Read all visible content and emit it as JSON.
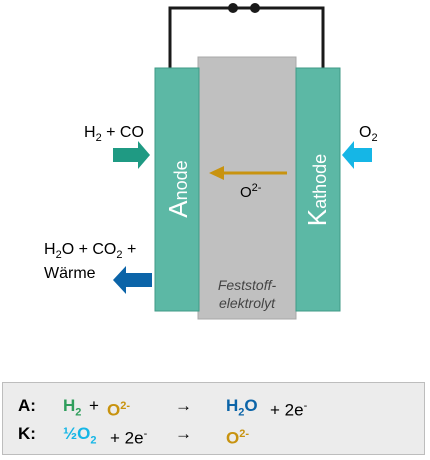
{
  "diagram": {
    "anode_label_initial": "A",
    "anode_label_rest": "node",
    "cathode_label_initial": "K",
    "cathode_label_rest": "athode",
    "electrolyte_line1": "Feststoff-",
    "electrolyte_line2": "elektrolyt",
    "ion_label": "O",
    "ion_charge": "2-",
    "input_anode": {
      "a": "H",
      "sub": "2",
      "b": " + CO"
    },
    "input_cathode": {
      "a": "O",
      "sub": "2"
    },
    "output_line1": {
      "a": "H",
      "sub1": "2",
      "b": "O + CO",
      "sub2": "2",
      "c": " +"
    },
    "output_line2": "Wärme"
  },
  "equations": {
    "anode": {
      "prefix": "A:",
      "reactant1": "H",
      "reactant1_sub": "2",
      "plus": "+",
      "reactant2": "O",
      "reactant2_sup": "2-",
      "arrow": "→",
      "product1": "H",
      "product1_sub": "2",
      "product1_rest": "O",
      "product2": "+ 2e",
      "product2_sup": "-"
    },
    "cathode": {
      "prefix": "K:",
      "reactant1": "½O",
      "reactant1_sub": "2",
      "reactant2": "+ 2e",
      "reactant2_sup": "-",
      "arrow": "→",
      "product1": "O",
      "product1_sup": "2-"
    }
  },
  "colors": {
    "electrode": "#5cb8a5",
    "electrode_border": "#3f9a86",
    "electrolyte": "#c0c0c0",
    "electrolyte_border": "#a8a8a8",
    "arrow_anode_in": "#1f9a83",
    "arrow_cathode_in": "#15b6e6",
    "arrow_out": "#0b64a8",
    "ion_arrow": "#c8930f",
    "h2_color": "#2f9e5c",
    "o_ion_color": "#c8930f",
    "h2o_color": "#0b64a8",
    "half_o2_color": "#15b6e6"
  }
}
